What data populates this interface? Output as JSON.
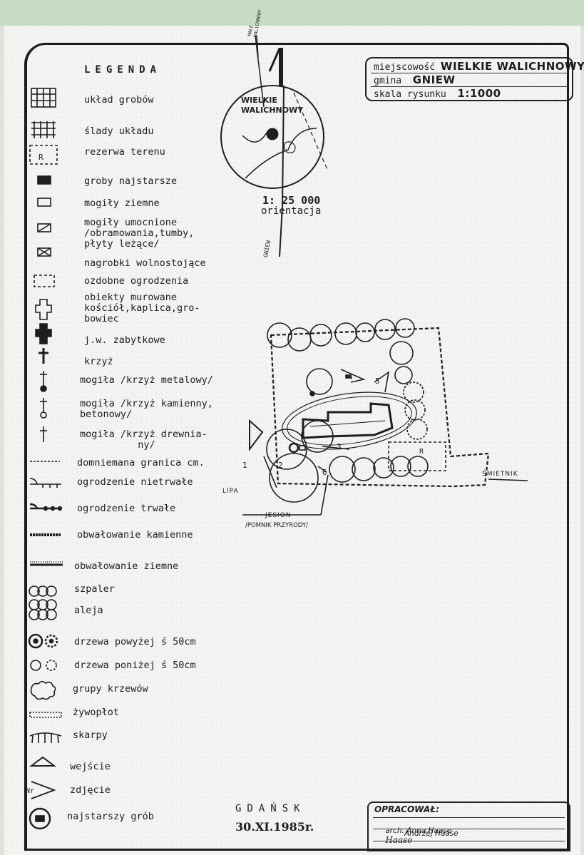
{
  "legend": {
    "title": "LEGENDA",
    "items": [
      {
        "label": "układ grobów",
        "icon": "grid-icon"
      },
      {
        "label": "ślady układu",
        "icon": "partial-grid-icon"
      },
      {
        "label": "rezerwa terenu",
        "icon": "reserve-box-icon",
        "code": "R"
      },
      {
        "label": "groby najstarsze",
        "icon": "filled-rect-icon"
      },
      {
        "label": "mogiły ziemne",
        "icon": "empty-rect-icon"
      },
      {
        "label": "mogiły umocnione\n/obramowania,tumby,\npłyty leżące/",
        "icon": "slashed-rect-icon"
      },
      {
        "label": "nagrobki wolnostojące",
        "icon": "crossed-rect-icon"
      },
      {
        "label": "ozdobne ogrodzenia",
        "icon": "dashed-rect-icon"
      },
      {
        "label": "obiekty murowane\nkościół,kaplica,gro-\nbowiec",
        "icon": "church-outline-icon"
      },
      {
        "label": "j.w. zabytkowe",
        "icon": "church-filled-icon"
      },
      {
        "label": "krzyż",
        "icon": "cross-icon"
      },
      {
        "label": "mogiła /krzyż metalowy/",
        "icon": "metal-cross-grave-icon"
      },
      {
        "label": "mogiła /krzyż kamienny,\nbetonowy/",
        "icon": "stone-cross-grave-icon"
      },
      {
        "label": "mogiła /krzyż drewnia-\n          ny/",
        "icon": "wood-cross-grave-icon"
      },
      {
        "label": "domniemana granica cm.",
        "icon": "dashed-line-icon"
      },
      {
        "label": "ogrodzenie nietrwałe",
        "icon": "temporary-fence-icon"
      },
      {
        "label": "ogrodzenie trwałe",
        "icon": "permanent-fence-icon"
      },
      {
        "label": "obwałowanie kamienne",
        "icon": "stone-embankment-icon"
      },
      {
        "label": "obwałowanie ziemne",
        "icon": "earth-embankment-icon"
      },
      {
        "label": "szpaler",
        "icon": "tree-row-icon"
      },
      {
        "label": "aleja",
        "icon": "alley-icon"
      },
      {
        "label": "drzewa powyżej ś 50cm",
        "icon": "large-tree-icon"
      },
      {
        "label": "drzewa poniżej ś 50cm",
        "icon": "small-tree-icon"
      },
      {
        "label": "grupy krzewów",
        "icon": "shrubs-icon"
      },
      {
        "label": "żywopłot",
        "icon": "hedge-icon"
      },
      {
        "label": "skarpy",
        "icon": "slope-icon"
      },
      {
        "label": "wejście",
        "icon": "entrance-triangle-icon"
      },
      {
        "label": "zdjęcie",
        "icon": "photo-arrow-icon",
        "code": "Nr"
      },
      {
        "label": "najstarszy grób",
        "icon": "oldest-grave-icon"
      }
    ]
  },
  "info": {
    "locality_label": "miejscowość",
    "locality_value": "WIELKIE WALICHNOWY",
    "commune_label": "gmina",
    "commune_value": "GNIEW",
    "scale_label": "skala rysunku",
    "scale_value": "1:1000"
  },
  "orientation_map": {
    "town": "WIELKIE\nWALICHNOWY",
    "road_north": "MAŁE\nWALICHNOWY",
    "road_south": "GNIEW",
    "scale": "1: 25 000",
    "caption": "orientacja"
  },
  "plan": {
    "labels": {
      "lipa": "LIPA",
      "jesion": "JESION",
      "pomnik": "/POMNIK PRZYRODY/",
      "smietnik": "ŚMIETNIK",
      "reserve": "R",
      "photo_1": "1",
      "photo_2": "2",
      "photo_3": "3",
      "photo_4": "4",
      "photo_5": "5",
      "photo_6": "6"
    }
  },
  "footer": {
    "city": "GDAŃSK",
    "date": "30.XI.1985r.",
    "prepared_label": "OPRACOWAŁ:",
    "author_1": "arch. Anna Haase",
    "signature": "Haase",
    "author_2": "Andrzej Haase"
  },
  "colors": {
    "ink": "#1e1e1e",
    "paper": "#f3f3f1",
    "margin": "#c7dcc4"
  }
}
